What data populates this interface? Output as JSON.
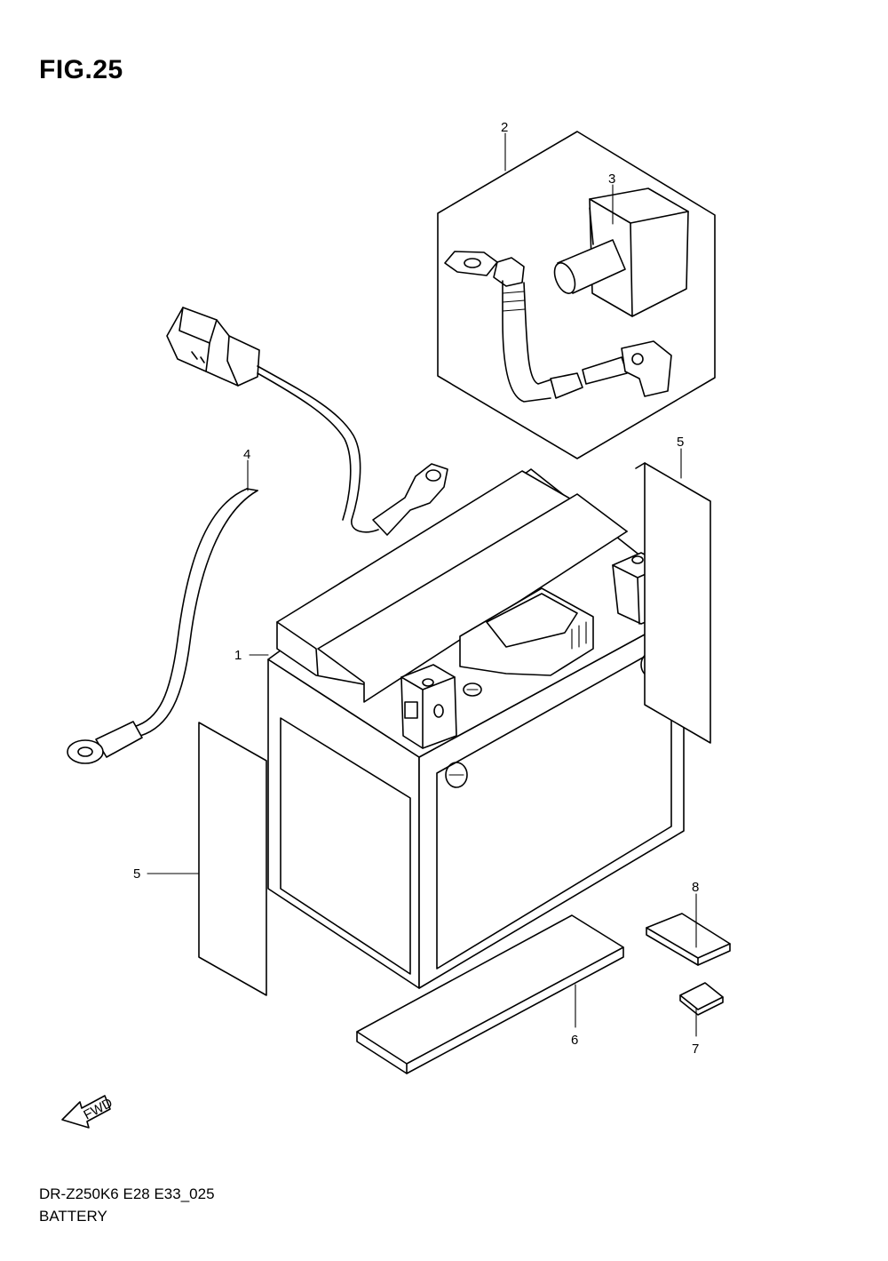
{
  "figure": {
    "title": "FIG.25",
    "model_code": "DR-Z250K6 E28 E33_025",
    "caption": "BATTERY"
  },
  "callouts": [
    "1",
    "2",
    "3",
    "4",
    "5",
    "5",
    "6",
    "7",
    "8"
  ],
  "orientation_arrow": {
    "label": "FWD"
  }
}
